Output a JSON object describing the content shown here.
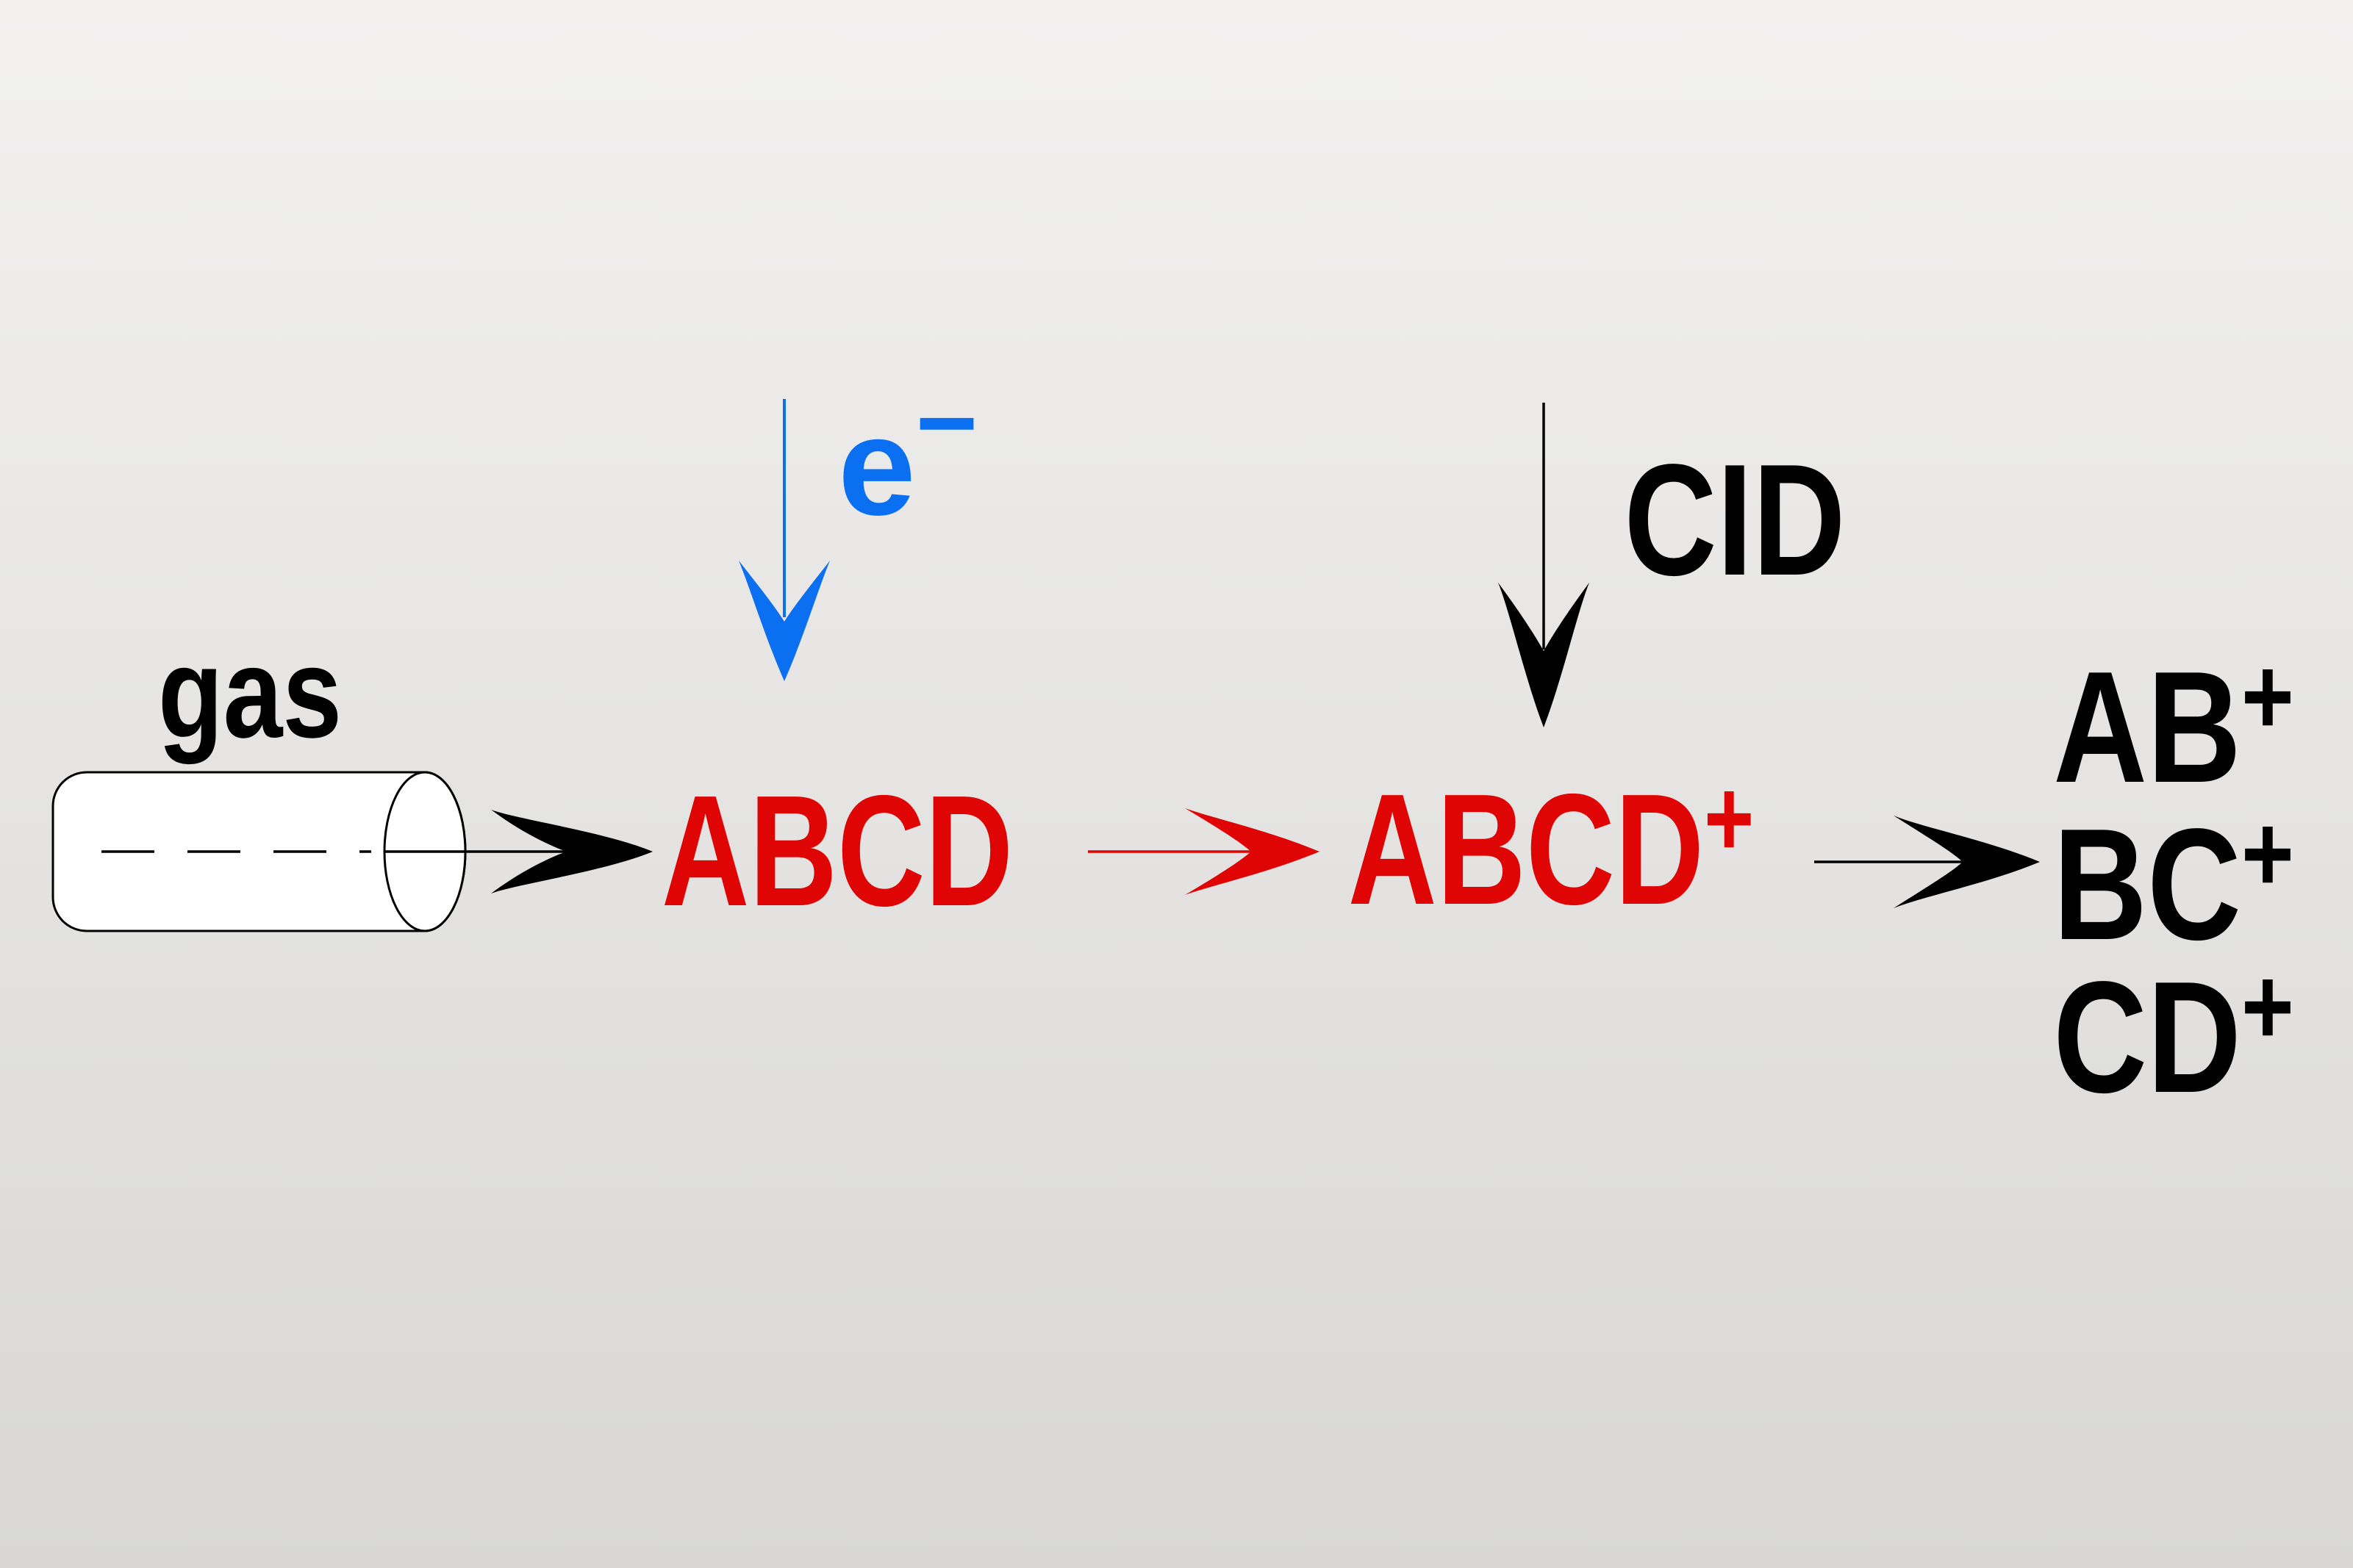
{
  "colors": {
    "ink": "#000000",
    "red": "#E00505",
    "blue": "#0A6FF0",
    "bg_top": "#F2F1F0",
    "bg_bottom": "#D8D7D5"
  },
  "labels": {
    "gas": "gas",
    "electron": {
      "base": "e",
      "sup": "−"
    },
    "cid": "CID",
    "neutral_molecule": "ABCD",
    "molecular_ion": {
      "base": "ABCD",
      "sup": "+"
    },
    "fragments": [
      {
        "base": "AB",
        "sup": "+"
      },
      {
        "base": "BC",
        "sup": "+"
      },
      {
        "base": "CD",
        "sup": "+"
      }
    ]
  }
}
